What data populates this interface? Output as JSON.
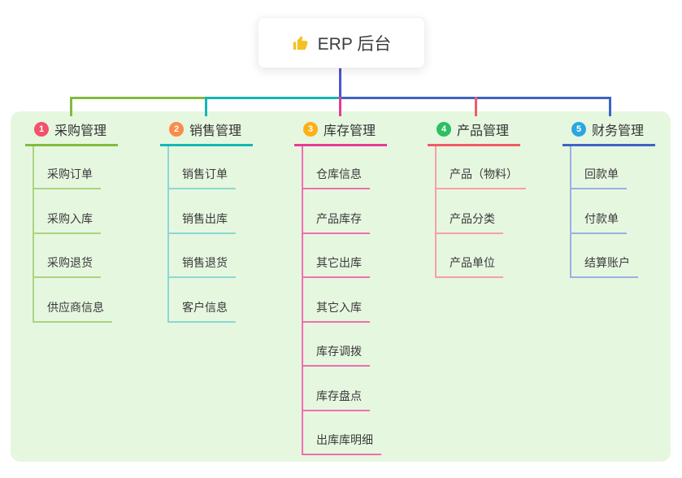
{
  "root": {
    "label": "ERP 后台",
    "icon": "thumbs-up-icon",
    "icon_color": "#f4c022",
    "connector_color": "#4b55d2"
  },
  "branches": [
    {
      "num": "1",
      "label": "采购管理",
      "badge_color": "#f2536a",
      "line_color": "#82ba3e",
      "child_line_color": "#abd47f",
      "children": [
        "采购订单",
        "采购入库",
        "采购退货",
        "供应商信息"
      ]
    },
    {
      "num": "2",
      "label": "销售管理",
      "badge_color": "#fb8a4b",
      "line_color": "#14b7b4",
      "child_line_color": "#8bd8d2",
      "children": [
        "销售订单",
        "销售出库",
        "销售退货",
        "客户信息"
      ]
    },
    {
      "num": "3",
      "label": "库存管理",
      "badge_color": "#fcb017",
      "line_color": "#e83a96",
      "child_line_color": "#f06eb1",
      "children": [
        "仓库信息",
        "产品库存",
        "其它出库",
        "其它入库",
        "库存调拨",
        "库存盘点",
        "出库库明细"
      ]
    },
    {
      "num": "4",
      "label": "产品管理",
      "badge_color": "#2dbf61",
      "line_color": "#f25a67",
      "child_line_color": "#f79fa6",
      "children": [
        "产品（物料）",
        "产品分类",
        "产品单位"
      ]
    },
    {
      "num": "5",
      "label": "财务管理",
      "badge_color": "#2ba6e0",
      "line_color": "#3e63c6",
      "child_line_color": "#9ab1e0",
      "children": [
        "回款单",
        "付款单",
        "结算账户"
      ]
    }
  ]
}
